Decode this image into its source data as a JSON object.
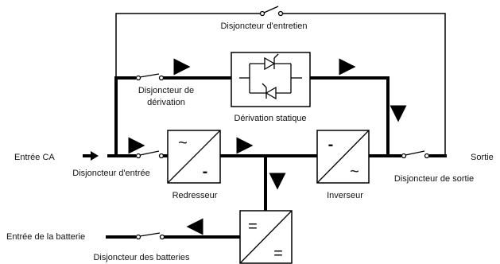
{
  "labels": {
    "maintenance_breaker": "Disjoncteur d'entretien",
    "bypass_breaker_line1": "Disjoncteur de",
    "bypass_breaker_line2": "dérivation",
    "static_bypass": "Dérivation statique",
    "ac_input": "Entrée CA",
    "input_breaker": "Disjoncteur d'entrée",
    "rectifier": "Redresseur",
    "inverter": "Inverseur",
    "output": "Sortie",
    "output_breaker": "Disjoncteur de sortie",
    "battery_input": "Entrée de la batterie",
    "battery_breaker": "Disjoncteur des batteries"
  },
  "symbols": {
    "ac_sine": "~",
    "dc_minus": "-",
    "dc_equal": "="
  },
  "colors": {
    "line": "#000000",
    "text": "#111111",
    "background": "#ffffff"
  },
  "icons": [
    "arrow-right-icon",
    "arrow-down-icon",
    "arrow-left-icon",
    "switch-icon",
    "thyristor-icon"
  ]
}
